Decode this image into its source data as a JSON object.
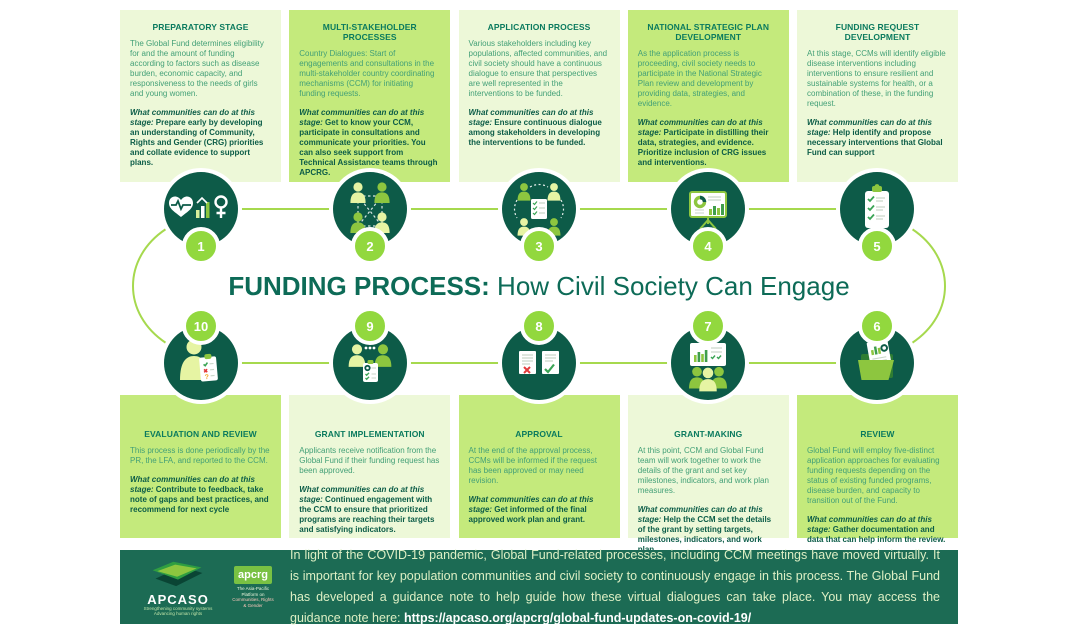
{
  "title": {
    "bold": "FUNDING PROCESS:",
    "regular": " How Civil Society Can Engage"
  },
  "ui": {
    "cta_label": "What communities can do at this stage:"
  },
  "colors": {
    "pale_card": "#edf8d8",
    "bright_card": "#c4ea7c",
    "dark_circle": "#0d5b48",
    "badge_green": "#92d83e",
    "flow_line": "#a6d94e",
    "footer_bg": "#1c6b54",
    "accent_green": "#8dc63f",
    "title_text": "#0d6b57",
    "body_text": "#43a077"
  },
  "stages": [
    {
      "number": "1",
      "title": "PREPARATORY STAGE",
      "icon": "health-gender-metrics-icon",
      "body": "The Global Fund determines eligibility for and the amount of funding according to factors such as disease burden, economic capacity, and responsiveness to the needs of girls and young women.",
      "cta": "Prepare early by developing an understanding of Community, Rights and Gender (CRG) priorities and collate evidence to support plans."
    },
    {
      "number": "2",
      "title": "MULTI-STAKEHOLDER PROCESSES",
      "icon": "stakeholder-network-icon",
      "body": "Country Dialogues: Start of engagements and consultations in the multi-stakeholder country coordinating mechanisms (CCM) for initiating funding requests.",
      "cta": "Get to know your CCM, participate in consultations and communicate your priorities. You can also seek support from Technical Assistance teams through APCRG."
    },
    {
      "number": "3",
      "title": "APPLICATION PROCESS",
      "icon": "dialogue-cycle-document-icon",
      "body": "Various stakeholders including key populations, affected communities, and civil society should have a continuous dialogue to ensure that perspectives are well represented in the interventions to be funded.",
      "cta": "Ensure continuous dialogue among stakeholders in developing the interventions to be funded."
    },
    {
      "number": "4",
      "title": "NATIONAL STRATEGIC PLAN DEVELOPMENT",
      "icon": "data-presentation-icon",
      "body": "As the application process is proceeding, civil society needs to participate in the National Strategic Plan review and development by providing data, strategies, and evidence.",
      "cta": "Participate in distilling their data, strategies, and evidence. Prioritize inclusion of CRG issues and interventions."
    },
    {
      "number": "5",
      "title": "FUNDING REQUEST DEVELOPMENT",
      "icon": "checklist-clipboard-icon",
      "body": "At this stage, CCMs will identify eligible disease interventions including interventions to ensure resilient and sustainable systems for health, or a combination of these, in the funding request.",
      "cta": "Help identify and propose necessary interventions that Global Fund can support"
    },
    {
      "number": "6",
      "title": "REVIEW",
      "icon": "document-folder-icon",
      "body": "Global Fund will employ five-distinct application approaches for evaluating funding requests depending on the status of existing funded programs, disease burden, and capacity to transition out of the Fund.",
      "cta": "Gather documentation and data that can help inform the review."
    },
    {
      "number": "7",
      "title": "GRANT-MAKING",
      "icon": "team-planning-board-icon",
      "body": "At this point, CCM and Global Fund team will work together to work the details of the grant and set key milestones, indicators, and work plan measures.",
      "cta": "Help the CCM set the details of the grant by setting targets, milestones, indicators, and work plan."
    },
    {
      "number": "8",
      "title": "APPROVAL",
      "icon": "approved-rejected-documents-icon",
      "body": "At the end of the approval process, CCMs will be informed if the request has been approved or may need revision.",
      "cta": "Get informed of the final approved work plan and grant."
    },
    {
      "number": "9",
      "title": "GRANT IMPLEMENTATION",
      "icon": "negotiation-clipboard-icon",
      "body": "Applicants receive notification from the Global Fund if their funding request has been approved.",
      "cta": "Continued engagement with the CCM to ensure that prioritized programs are reaching their targets and satisfying indicators."
    },
    {
      "number": "10",
      "title": "EVALUATION AND REVIEW",
      "icon": "evaluator-checklist-icon",
      "body": "This process is done periodically by the PR, the LFA, and reported to the CCM.",
      "cta": "Contribute to feedback, take note of gaps and best practices, and recommend for next cycle"
    }
  ],
  "footer": {
    "apcaso": {
      "name": "APCASO",
      "tagline1": "Strengthening community systems",
      "tagline2": "Advancing human rights"
    },
    "apcrg": {
      "name": "apcrg",
      "line1": "The Asia-Pacific Platform on",
      "line2": "Communities, Rights & Gender"
    },
    "message": "In light of the COVID-19 pandemic, Global Fund-related processes, including CCM meetings have moved virtually. It is important for key population communities and civil society to continuously engage in this process. The Global Fund has developed a guidance note to help guide how these virtual dialogues can take place. You may access the guidance note here: ",
    "link": "https://apcaso.org/apcrg/global-fund-updates-on-covid-19/"
  }
}
